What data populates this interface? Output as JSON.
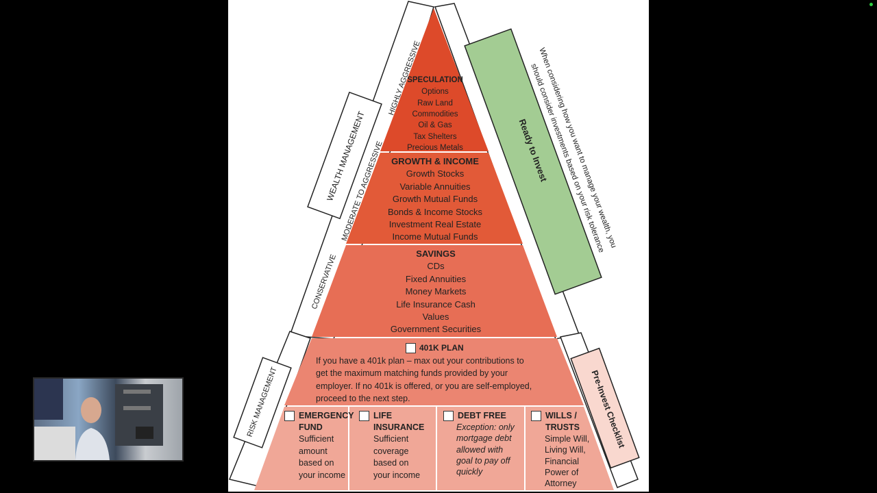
{
  "left_labels": {
    "highly_aggressive": "HIGHLY AGGRESSIVE",
    "wealth_management": "WEALTH MANAGEMENT",
    "moderate_to_aggressive": "MODERATE TO AGGRESSIVE",
    "conservative": "CONSERVATIVE",
    "risk_management": "RISK MANAGEMENT"
  },
  "right_labels": {
    "ready_title": "Ready to Invest",
    "ready_text_1": "When considering how you want to manage your wealth, you",
    "ready_text_2": "should consider investments based on your risk tolerance",
    "pre_invest": "Pre-Invest Checklist"
  },
  "speculation": {
    "title": "SPECULATION",
    "items": [
      "Options",
      "Raw Land",
      "Commodities",
      "Oil & Gas",
      "Tax Shelters",
      "Precious Metals"
    ]
  },
  "growth": {
    "title": "GROWTH & INCOME",
    "items": [
      "Growth Stocks",
      "Variable Annuities",
      "Growth Mutual Funds",
      "Bonds & Income Stocks",
      "Investment Real Estate",
      "Income Mutual Funds"
    ]
  },
  "savings": {
    "title": "SAVINGS",
    "items": [
      "CDs",
      "Fixed Annuities",
      "Money Markets",
      "Life Insurance Cash",
      "Values",
      "Government Securities"
    ]
  },
  "plan401k": {
    "title": "401K PLAN",
    "lines": [
      "If you have a 401k plan – max out your contributions to",
      "get the maximum matching funds provided by your",
      "employer.  If no 401k is offered, or you are self-employed,",
      "proceed to the next step."
    ]
  },
  "boxes": [
    {
      "title_1": "EMERGENCY",
      "title_2": "FUND",
      "lines": [
        "Sufficient",
        "amount",
        "based on",
        "your income"
      ]
    },
    {
      "title_1": "LIFE",
      "title_2": "INSURANCE",
      "lines": [
        "Sufficient",
        "coverage",
        "based on",
        "your income"
      ]
    },
    {
      "title_1": "DEBT FREE",
      "title_2": "",
      "lines": [
        "Exception: only",
        "mortgage debt",
        "allowed with",
        "goal to pay off",
        "quickly"
      ]
    },
    {
      "title_1": "WILLS /",
      "title_2": "TRUSTS",
      "lines": [
        "Simple Will,",
        "Living Will,",
        "Financial",
        "Power of",
        "Attorney"
      ]
    }
  ],
  "colors": {
    "speculation": "#dd4a2a",
    "growth": "#e25a38",
    "savings": "#e76e55",
    "plan401k": "#eb8571",
    "base": "#f0a797",
    "ready_green": "#a3cc93"
  }
}
